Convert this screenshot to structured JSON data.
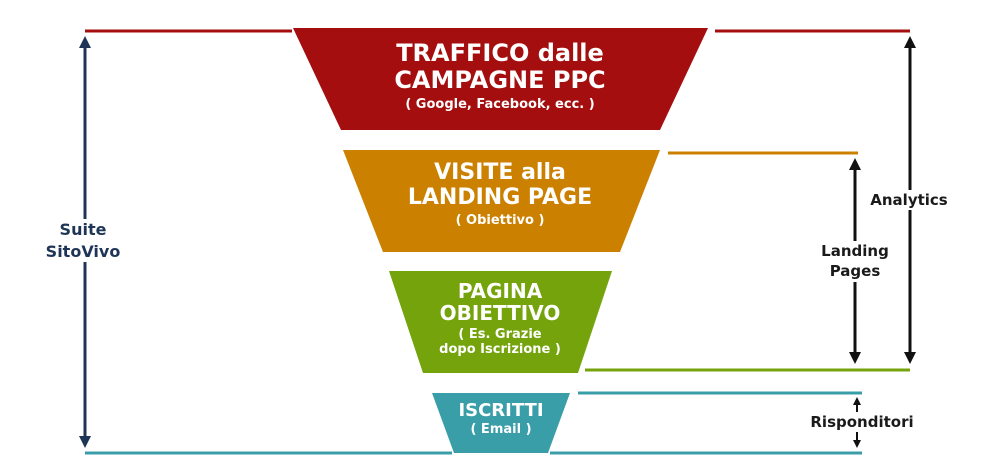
{
  "stages": [
    {
      "title": "TRAFFICO dalle CAMPAGNE PPC",
      "line1": "TRAFFICO dalle",
      "line2": "CAMPAGNE PPC",
      "sub": "( Google, Facebook, ecc. )",
      "color": "#a50e0e"
    },
    {
      "title": "VISITE alla LANDING PAGE",
      "line1": "VISITE alla",
      "line2": "LANDING PAGE",
      "sub": "( Obiettivo )",
      "color": "#cc8000"
    },
    {
      "title": "PAGINA OBIETTIVO",
      "line1": "PAGINA",
      "line2": "OBIETTIVO",
      "sub1": "( Es. Grazie",
      "sub2": "dopo Iscrizione )",
      "color": "#74a30c"
    },
    {
      "title": "ISCRITTI",
      "line1": "ISCRITTI",
      "sub": "( Email )",
      "color": "#3a9ea8"
    }
  ],
  "labels": {
    "suite_line1": "Suite",
    "suite_line2": "SitoVivo",
    "analytics": "Analytics",
    "landing_line1": "Landing",
    "landing_line2": "Pages",
    "risponditori": "Risponditori"
  },
  "colors": {
    "arrow_navy": "#1f3557",
    "arrow_black": "#111111",
    "teal_line": "#3a9ea8"
  }
}
